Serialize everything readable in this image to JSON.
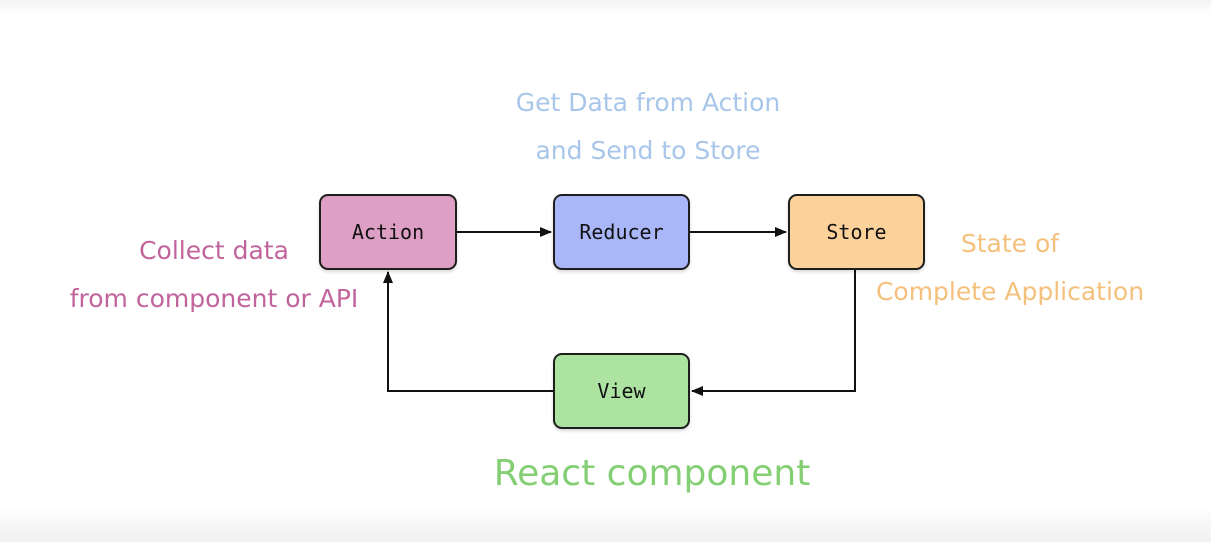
{
  "diagram": {
    "nodes": {
      "action": {
        "label": "Action",
        "color": "#dd9fc3"
      },
      "reducer": {
        "label": "Reducer",
        "color": "#a9b6f7"
      },
      "store": {
        "label": "Store",
        "color": "#fcd19a"
      },
      "view": {
        "label": "View",
        "color": "#ace3a1"
      }
    },
    "annotations": {
      "action": {
        "lines": [
          "Collect data",
          "from component or API"
        ],
        "color": "#c2649c"
      },
      "reducer": {
        "lines": [
          "Get Data from Action",
          "and Send to Store"
        ],
        "color": "#a8c6ea"
      },
      "store": {
        "lines": [
          "State of",
          "Complete Application"
        ],
        "color": "#f4c07c"
      },
      "view": {
        "lines": [
          "React component"
        ],
        "color": "#84cf73"
      }
    },
    "edges": [
      {
        "from": "Action",
        "to": "Reducer"
      },
      {
        "from": "Reducer",
        "to": "Store"
      },
      {
        "from": "Store",
        "to": "View"
      },
      {
        "from": "View",
        "to": "Action"
      }
    ]
  }
}
